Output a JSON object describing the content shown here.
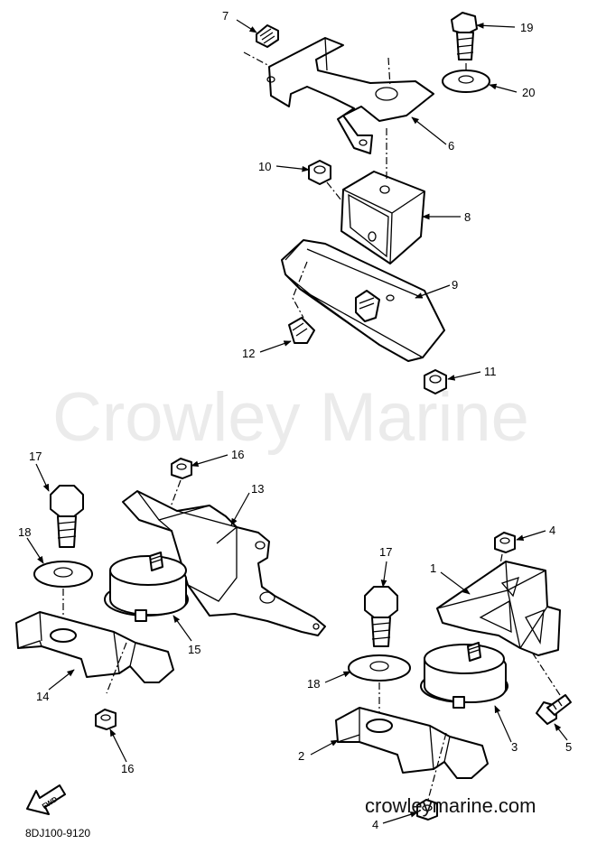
{
  "watermark": "Crowley Marine",
  "site_url": "crowleymarine.com",
  "diagram_code": "8DJ100-9120",
  "fwd_label": "FWD",
  "callouts": {
    "c1": "1",
    "c2": "2",
    "c3": "3",
    "c4a": "4",
    "c4b": "4",
    "c5": "5",
    "c6": "6",
    "c7": "7",
    "c8": "8",
    "c9": "9",
    "c10": "10",
    "c11": "11",
    "c12": "12",
    "c13": "13",
    "c14": "14",
    "c15": "15",
    "c16a": "16",
    "c16b": "16",
    "c17a": "17",
    "c17b": "17",
    "c18a": "18",
    "c18b": "18",
    "c19": "19",
    "c20": "20"
  }
}
